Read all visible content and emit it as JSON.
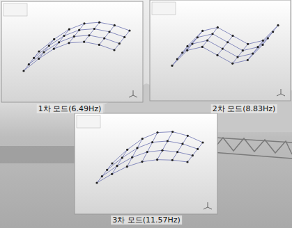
{
  "diagram": {
    "labels": [
      "1차 모드(6.49Hz)",
      "2차 모드(8.83Hz)",
      "3차 모드(11.57Hz)"
    ]
  }
}
